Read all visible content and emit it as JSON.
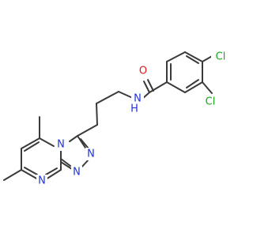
{
  "molecule": {
    "colors": {
      "bond": "#3a3a3a",
      "nitrogen": "#1f33d6",
      "oxygen": "#e01919",
      "chlorine": "#1aa51a",
      "hydrogen": "#1f33d6"
    },
    "atoms": {
      "oxygen": "O",
      "amide_n": "N",
      "amide_h": "H",
      "chlorine_1": "Cl",
      "chlorine_2": "Cl",
      "ring_n_fused": "N",
      "triazole_n_2": "N",
      "triazole_n_3": "N",
      "pyrimidine_n": "N"
    }
  }
}
